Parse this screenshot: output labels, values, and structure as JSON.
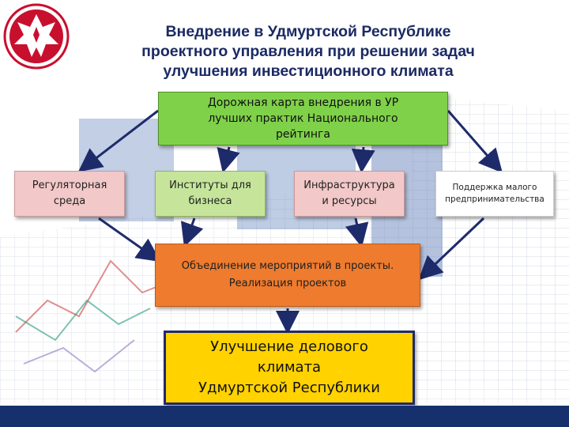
{
  "title": {
    "line1": "Внедрение в Удмуртской Республике",
    "line2": "проектного управления при решении задач",
    "line3": "улучшения инвестиционного климата"
  },
  "boxes": {
    "roadmap": {
      "line1": "Дорожная карта внедрения в УР",
      "line2": "лучших практик Национального",
      "line3": "рейтинга"
    },
    "regulatory": {
      "line1": "Регуляторная",
      "line2": "среда"
    },
    "institutions": {
      "line1": "Институты для",
      "line2": "бизнеса"
    },
    "infrastructure": {
      "line1": "Инфраструктура",
      "line2": "и ресурсы"
    },
    "small_business": {
      "line1": "Поддержка малого",
      "line2": "предпринимательства"
    },
    "combine": {
      "line1": "Объединение мероприятий в проекты.",
      "line2": "Реализация проектов"
    },
    "result": {
      "line1": "Улучшение делового",
      "line2": "климата",
      "line3": "Удмуртской Республики"
    }
  },
  "colors": {
    "title_text": "#1b2a63",
    "roadmap": "#7fd14a",
    "pink": "#f2c8c8",
    "light_green": "#c6e59b",
    "orange": "#ee7b2e",
    "yellow": "#ffd200",
    "arrow": "#1e2b6b",
    "footer": "#16306e",
    "logo_red": "#c8102e"
  },
  "icons": {
    "logo": "udmurtia-emblem-icon"
  }
}
